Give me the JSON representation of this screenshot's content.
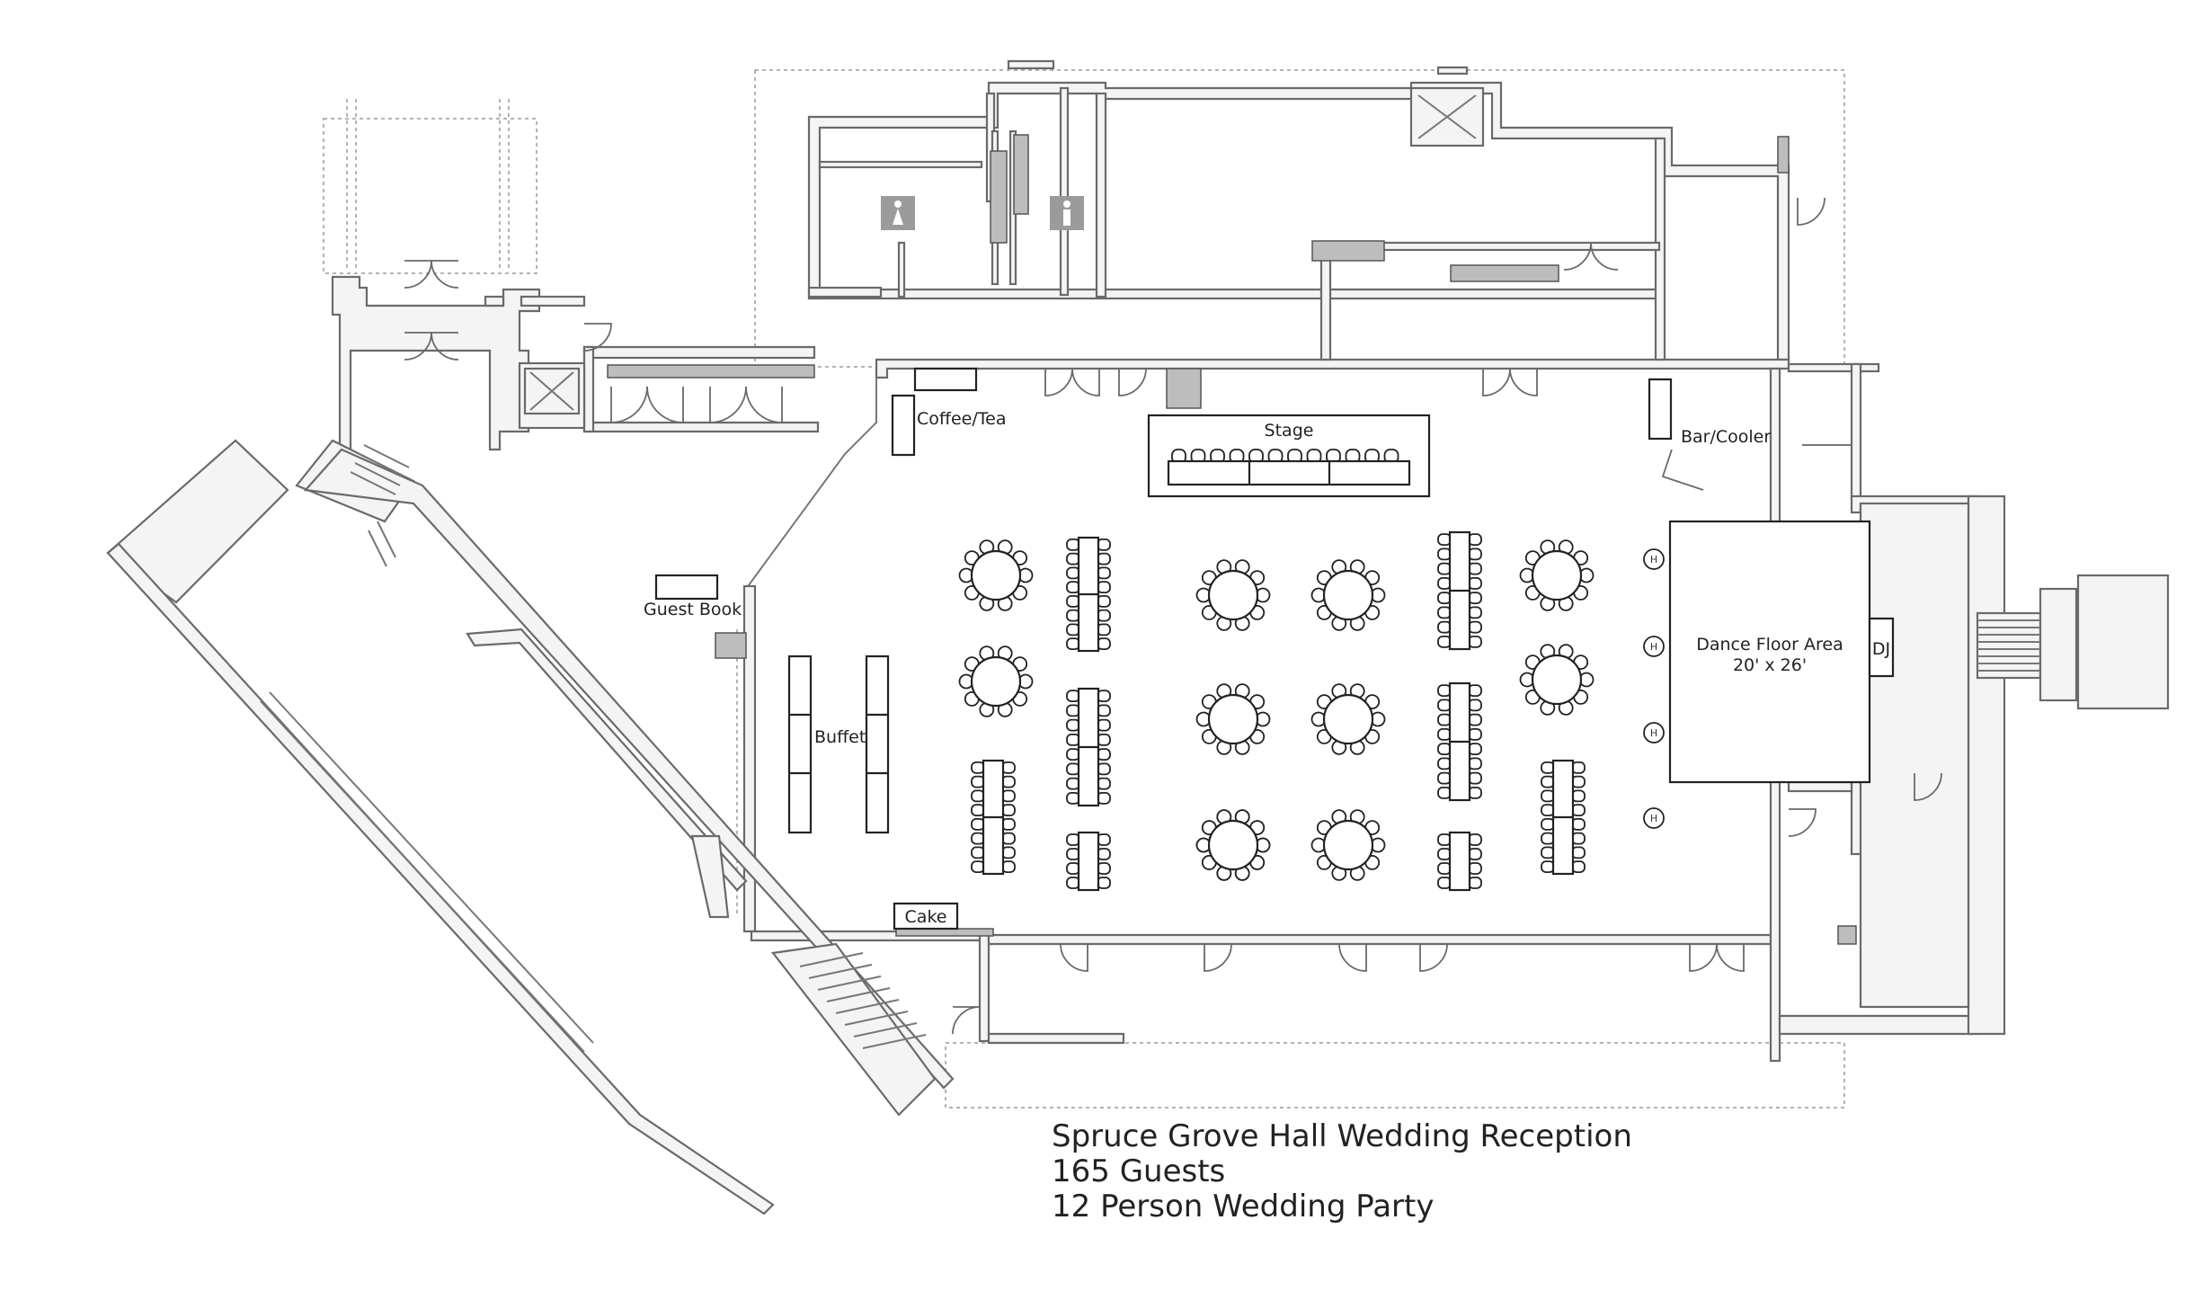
{
  "labels": {
    "stage": "Stage",
    "coffee_tea": "Coffee/Tea",
    "bar_cooler": "Bar/Cooler",
    "guest_book": "Guest Book",
    "buffet": "Buffet",
    "cake": "Cake",
    "dance_floor": "Dance Floor Area",
    "dance_floor_size": "20' x 26'",
    "dj": "DJ",
    "heater": "H"
  },
  "caption": {
    "title": "Spruce Grove Hall Wedding Reception",
    "guests": "165 Guests",
    "party": "12 Person Wedding Party"
  },
  "icons": [
    "womens-restroom-icon",
    "mens-restroom-icon",
    "elevator-icon",
    "stairs-icon"
  ]
}
